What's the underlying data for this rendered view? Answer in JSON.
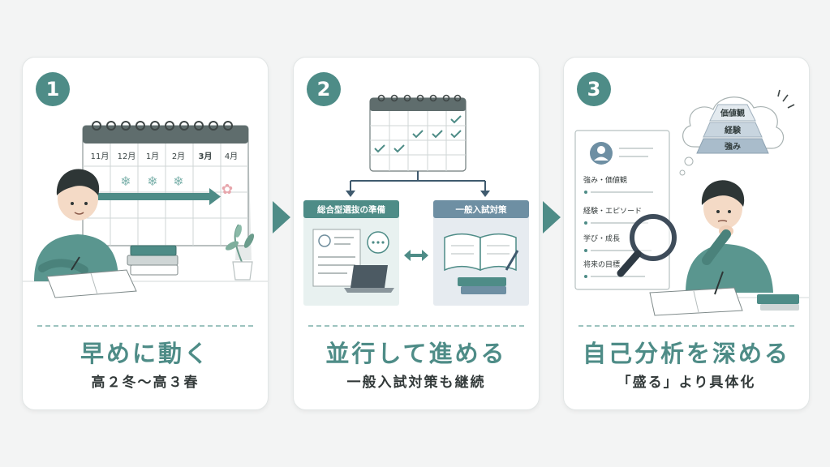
{
  "steps": [
    {
      "number": "1",
      "title": "早めに動く",
      "subtitle": "高２冬〜高３春",
      "calendar_months": [
        "11月",
        "12月",
        "1月",
        "2月",
        "3月",
        "4月"
      ]
    },
    {
      "number": "2",
      "title": "並行して進める",
      "subtitle": "一般入試対策も継続",
      "branch_left_label": "総合型選抜の準備",
      "branch_right_label": "一般入試対策"
    },
    {
      "number": "3",
      "title": "自己分析を深める",
      "subtitle": "「盛る」より具体化",
      "profile_items": [
        "強み・価値観",
        "経験・エピソード",
        "学び・成長",
        "将来の目標"
      ],
      "pyramid_levels": [
        "価値観",
        "経験",
        "強み"
      ]
    }
  ],
  "colors": {
    "accent": "#4e8c87",
    "accent_light": "#9dc3bf",
    "slate": "#6e8fa3"
  }
}
